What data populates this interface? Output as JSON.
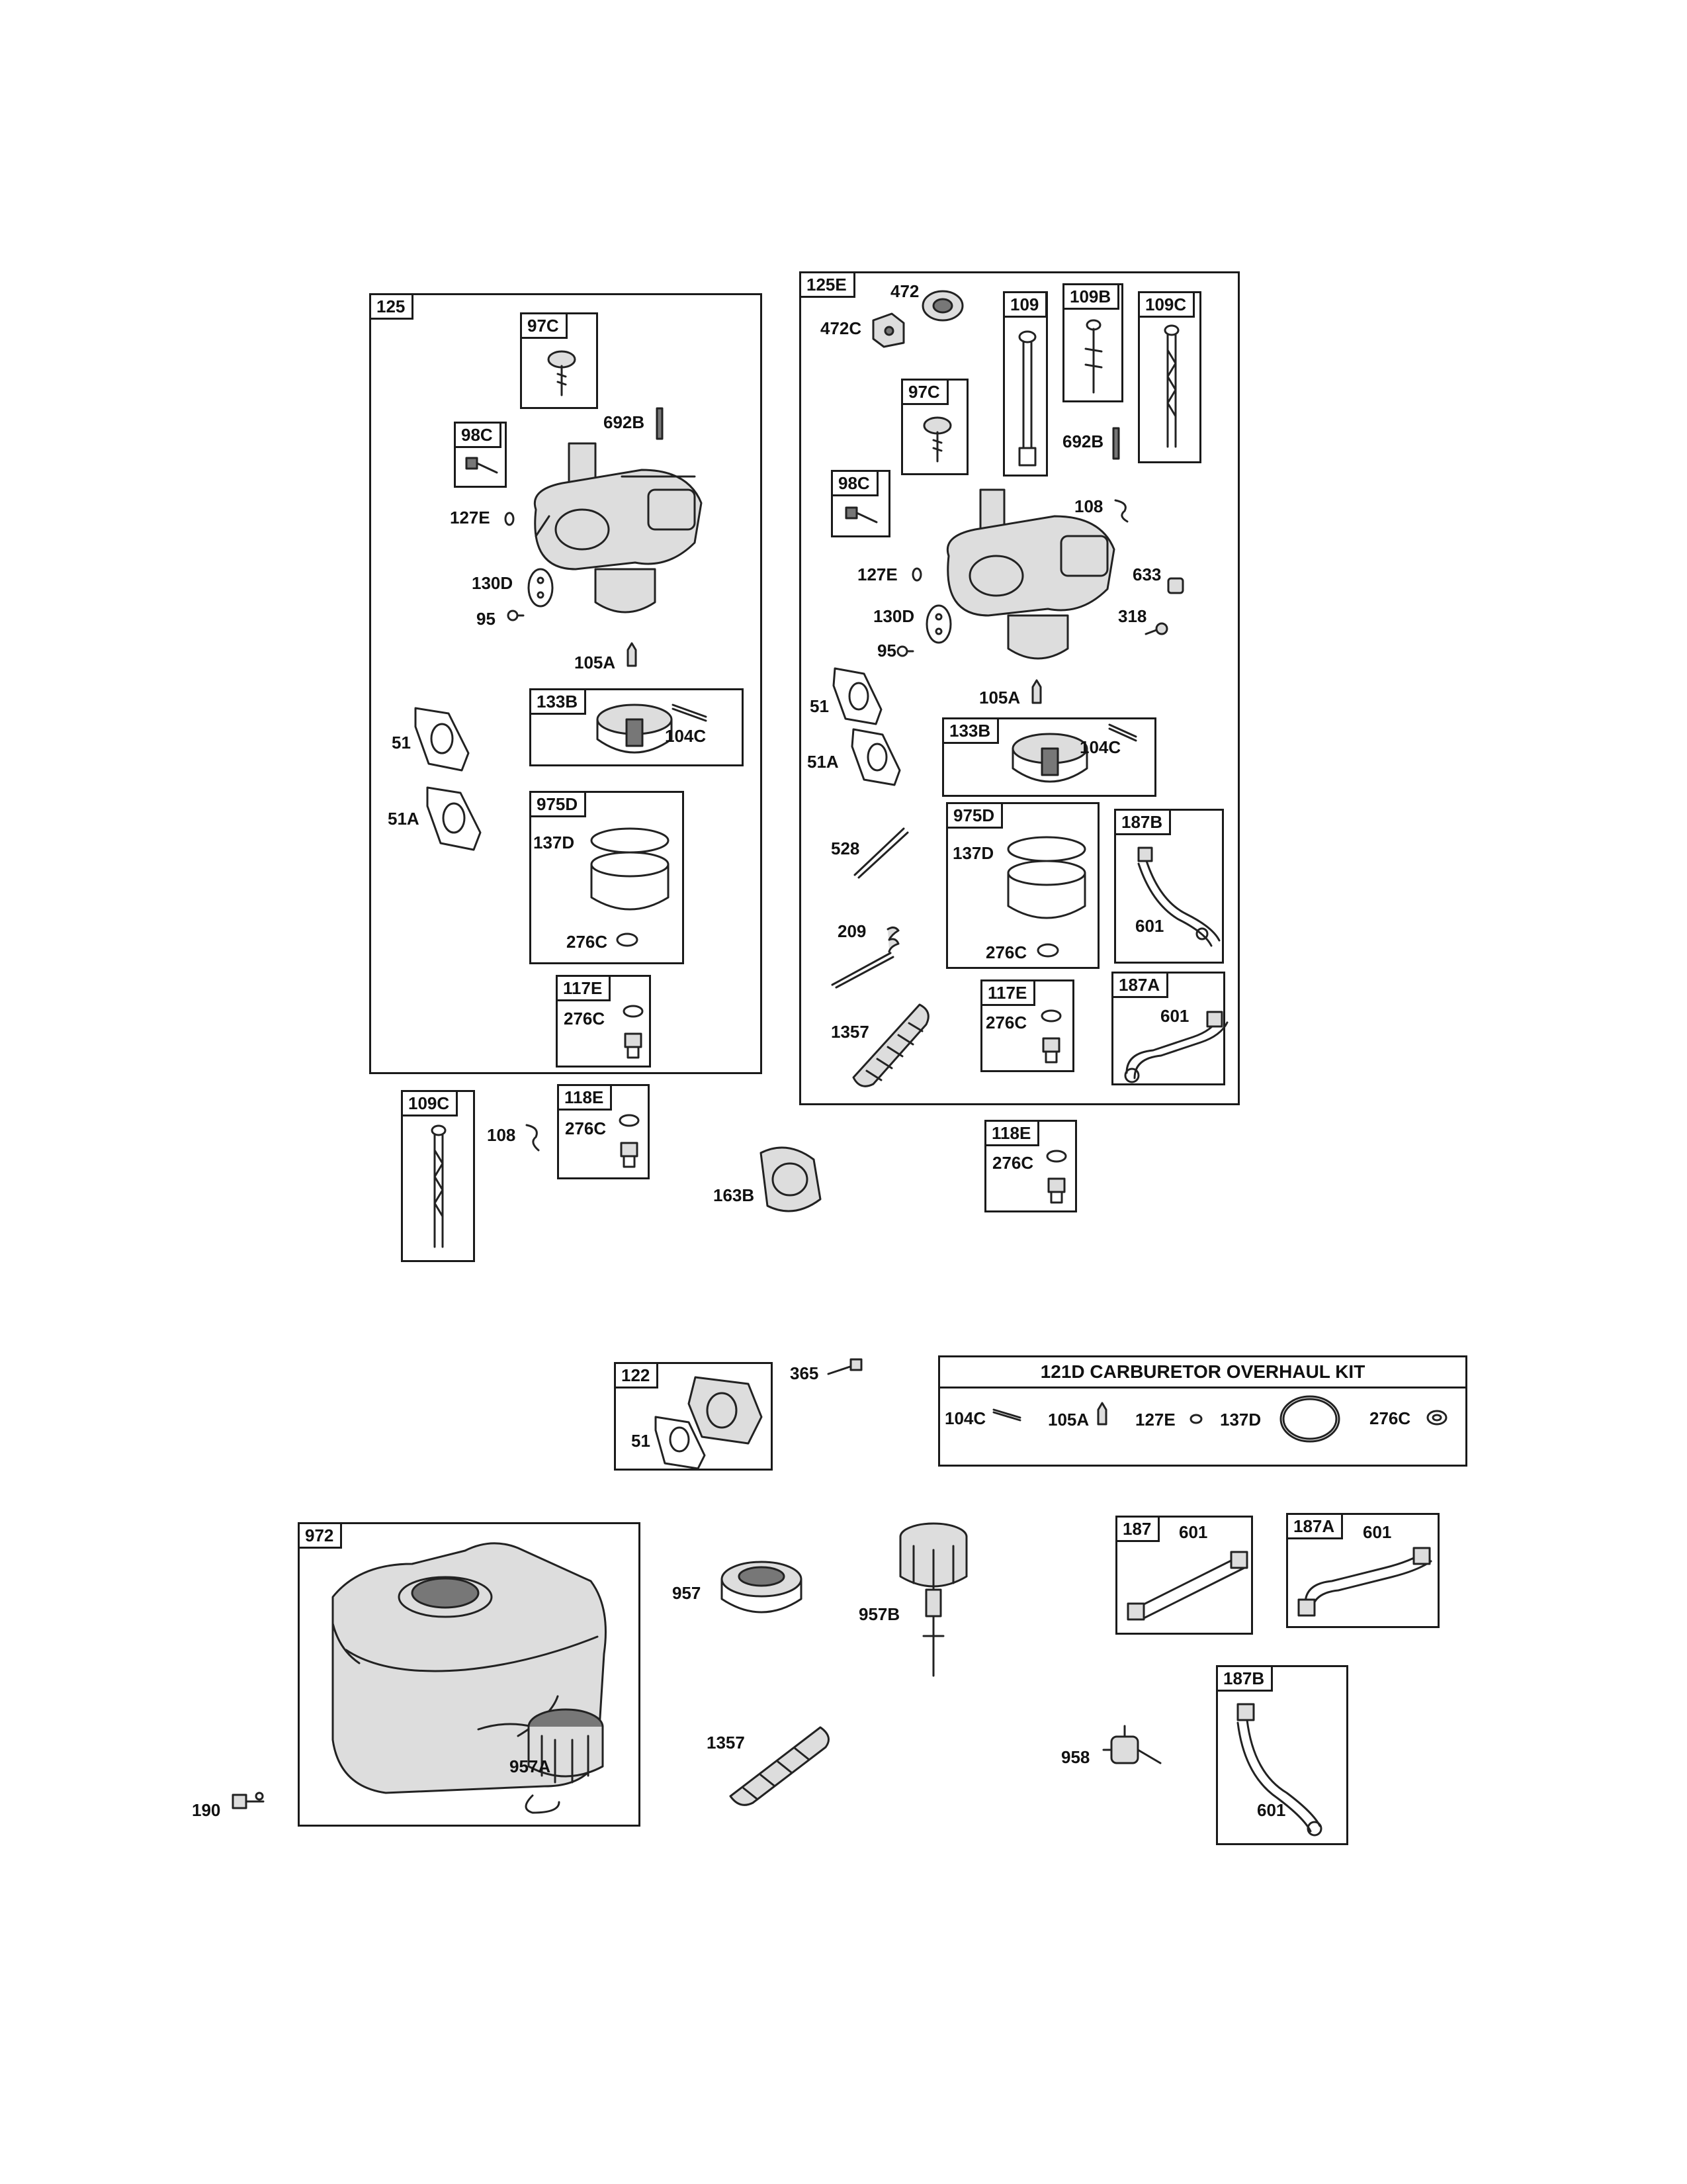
{
  "page": {
    "background": "#ffffff",
    "ink": "#1a1a1a"
  },
  "panel_125": {
    "tag": "125",
    "box_97C": "97C",
    "box_98C": "98C",
    "box_133B": "133B",
    "box_975D": "975D",
    "box_117E": "117E",
    "l_692B": "692B",
    "l_127E": "127E",
    "l_130D": "130D",
    "l_95": "95",
    "l_105A": "105A",
    "l_104C": "104C",
    "l_51": "51",
    "l_51A": "51A",
    "l_137D": "137D",
    "l_276C_a": "276C",
    "l_276C_b": "276C"
  },
  "panel_125E": {
    "tag": "125E",
    "l_472": "472",
    "l_472C": "472C",
    "box_109": "109",
    "box_109B": "109B",
    "box_109C": "109C",
    "box_97C": "97C",
    "box_98C": "98C",
    "l_692B": "692B",
    "l_108": "108",
    "l_127E": "127E",
    "l_633": "633",
    "l_130D": "130D",
    "l_318": "318",
    "l_95": "95",
    "l_105A": "105A",
    "l_51": "51",
    "l_51A": "51A",
    "box_133B": "133B",
    "l_104C": "104C",
    "l_528": "528",
    "box_975D": "975D",
    "l_137D": "137D",
    "l_276C_a": "276C",
    "box_187B": "187B",
    "l_601_a": "601",
    "l_209": "209",
    "l_1357": "1357",
    "box_117E": "117E",
    "l_276C_b": "276C",
    "box_187A": "187A",
    "l_601_b": "601"
  },
  "loose_upper": {
    "box_109C": "109C",
    "l_108": "108",
    "box_118E_left": "118E",
    "l_276C_left": "276C",
    "l_163B": "163B",
    "box_118E_right": "118E",
    "l_276C_right": "276C"
  },
  "box_122": {
    "tag": "122",
    "l_51": "51",
    "l_365": "365"
  },
  "kit_121D": {
    "title": "121D CARBURETOR OVERHAUL KIT",
    "items": [
      "104C",
      "105A",
      "127E",
      "137D",
      "276C"
    ]
  },
  "fuel": {
    "box_972": "972",
    "l_957A": "957A",
    "l_190": "190",
    "l_957": "957",
    "l_957B": "957B",
    "l_1357": "1357",
    "l_958": "958",
    "box_187": "187",
    "l_601_187": "601",
    "box_187A": "187A",
    "l_601_187A": "601",
    "box_187B": "187B",
    "l_601_187B": "601"
  }
}
